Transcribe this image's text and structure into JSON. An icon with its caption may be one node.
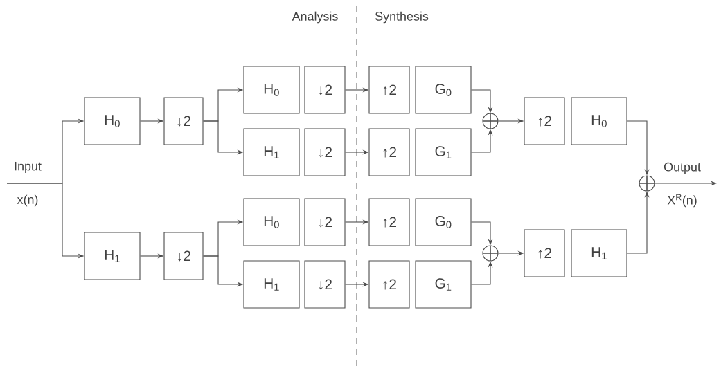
{
  "diagram": {
    "nodes": [
      {
        "text": [
          "H$_{0}$"
        ]
      },
      {
        "text": [
          "↓2"
        ]
      },
      {
        "text": [
          "H$_{1}$"
        ]
      },
      {
        "text": [
          "↓2"
        ]
      },
      {
        "text": [
          "H$_{0}$"
        ]
      },
      {
        "text": [
          "↓2"
        ]
      },
      {
        "text": [
          "↑2"
        ]
      },
      {
        "text": [
          "G$_{0}$"
        ]
      },
      {
        "text": [
          "H$_{1}$"
        ]
      },
      {
        "text": [
          "↓2"
        ]
      },
      {
        "text": [
          "↑2"
        ]
      },
      {
        "text": [
          "G$_{1}$"
        ]
      },
      {
        "text": [
          "H$_{0}$"
        ]
      },
      {
        "text": [
          "↓2"
        ]
      },
      {
        "text": [
          "↑2"
        ]
      },
      {
        "text": [
          "G$_{0}$"
        ]
      },
      {
        "text": [
          "H$_{1}$"
        ]
      },
      {
        "text": [
          "↓2"
        ]
      },
      {
        "text": [
          "↑2"
        ]
      },
      {
        "text": [
          "G$_{1}$"
        ]
      },
      {
        "text": [],
        "shape": "circle"
      },
      {
        "text": [],
        "shape": "circle"
      },
      {
        "text": [
          "↑2"
        ]
      },
      {
        "text": [
          "H$_{0}$"
        ]
      },
      {
        "text": [
          "↑2"
        ]
      },
      {
        "text": [
          "H$_{1}$"
        ]
      },
      {
        "text": [],
        "shape": "circle"
      }
    ],
    "edges": [
      {
        "from": null,
        "to": 0,
        "arrow": "to"
      },
      {
        "from": null,
        "to": 2,
        "arrow": "to"
      },
      {
        "from": 0,
        "to": 1,
        "arrow": "to"
      },
      {
        "from": 2,
        "to": 3,
        "arrow": "to"
      },
      {
        "from": 1,
        "to": 4,
        "arrow": "to"
      },
      {
        "from": 1,
        "to": 8,
        "arrow": "to"
      },
      {
        "from": 3,
        "to": 12,
        "arrow": "to"
      },
      {
        "from": 3,
        "to": 16,
        "arrow": "to"
      },
      {
        "from": 5,
        "to": 6,
        "arrow": "to"
      },
      {
        "from": 9,
        "to": 10,
        "arrow": "to"
      },
      {
        "from": 13,
        "to": 14,
        "arrow": "to"
      },
      {
        "from": 17,
        "to": 18,
        "arrow": "to"
      },
      {
        "from": 7,
        "to": 20,
        "arrow": "to"
      },
      {
        "from": 11,
        "to": 20,
        "arrow": "to"
      },
      {
        "from": 15,
        "to": 21,
        "arrow": "to"
      },
      {
        "from": 19,
        "to": 21,
        "arrow": "to"
      },
      {
        "from": 20,
        "to": 22,
        "arrow": "to"
      },
      {
        "from": 21,
        "to": 24,
        "arrow": "to"
      },
      {
        "from": 23,
        "to": 26,
        "arrow": "to"
      },
      {
        "from": 25,
        "to": 26,
        "arrow": "to"
      },
      {
        "from": 26,
        "to": null,
        "arrow": "to"
      }
    ],
    "labels": [
      "Analysis",
      "Synthesis",
      "Input",
      "x(n)",
      "Output",
      "X$^{R}$(n)"
    ]
  }
}
